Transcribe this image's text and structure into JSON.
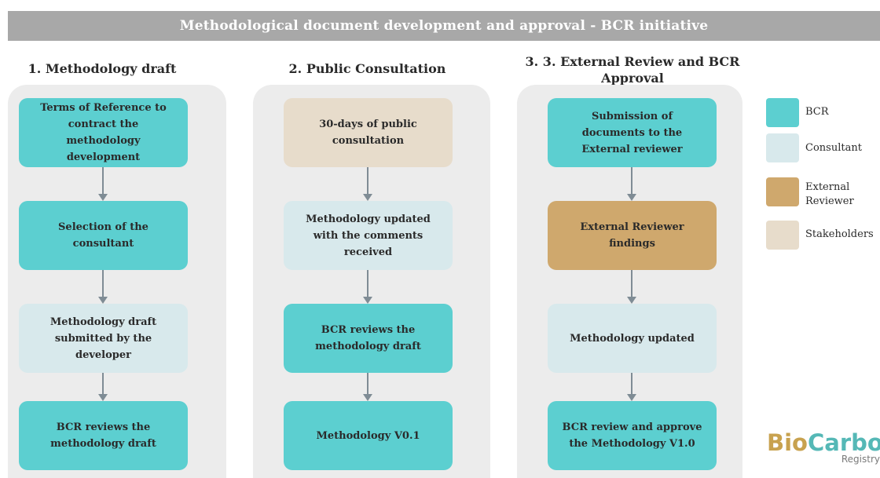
{
  "header": {
    "title": "Methodological document development and approval - BCR initiative"
  },
  "columns": [
    {
      "title": "1. Methodology draft",
      "steps": [
        "Terms of Reference to contract the methodology development",
        "Selection of the consultant",
        "Methodology draft submitted by the developer",
        "BCR reviews the methodology draft"
      ]
    },
    {
      "title": "2. Public Consultation",
      "steps": [
        "30-days of public consultation",
        "Methodology updated with the comments received",
        "BCR reviews the methodology draft",
        "Methodology V0.1"
      ]
    },
    {
      "title": "3. 3. External Review and BCR Approval",
      "steps": [
        "Submission of documents to the External reviewer",
        "External Reviewer findings",
        "Methodology updated",
        "BCR review and approve the Methodology V1.0"
      ]
    }
  ],
  "legend": [
    {
      "label": "BCR",
      "color": "#5ccfd0"
    },
    {
      "label": "Consultant",
      "color": "#d8e9ec"
    },
    {
      "label": "External Reviewer",
      "color": "#cfa86d"
    },
    {
      "label": "Stakeholders",
      "color": "#e7dccb"
    }
  ],
  "logo": {
    "main_bio": "Bio",
    "main_carbon": "Carbon",
    "sub": "Registry"
  }
}
